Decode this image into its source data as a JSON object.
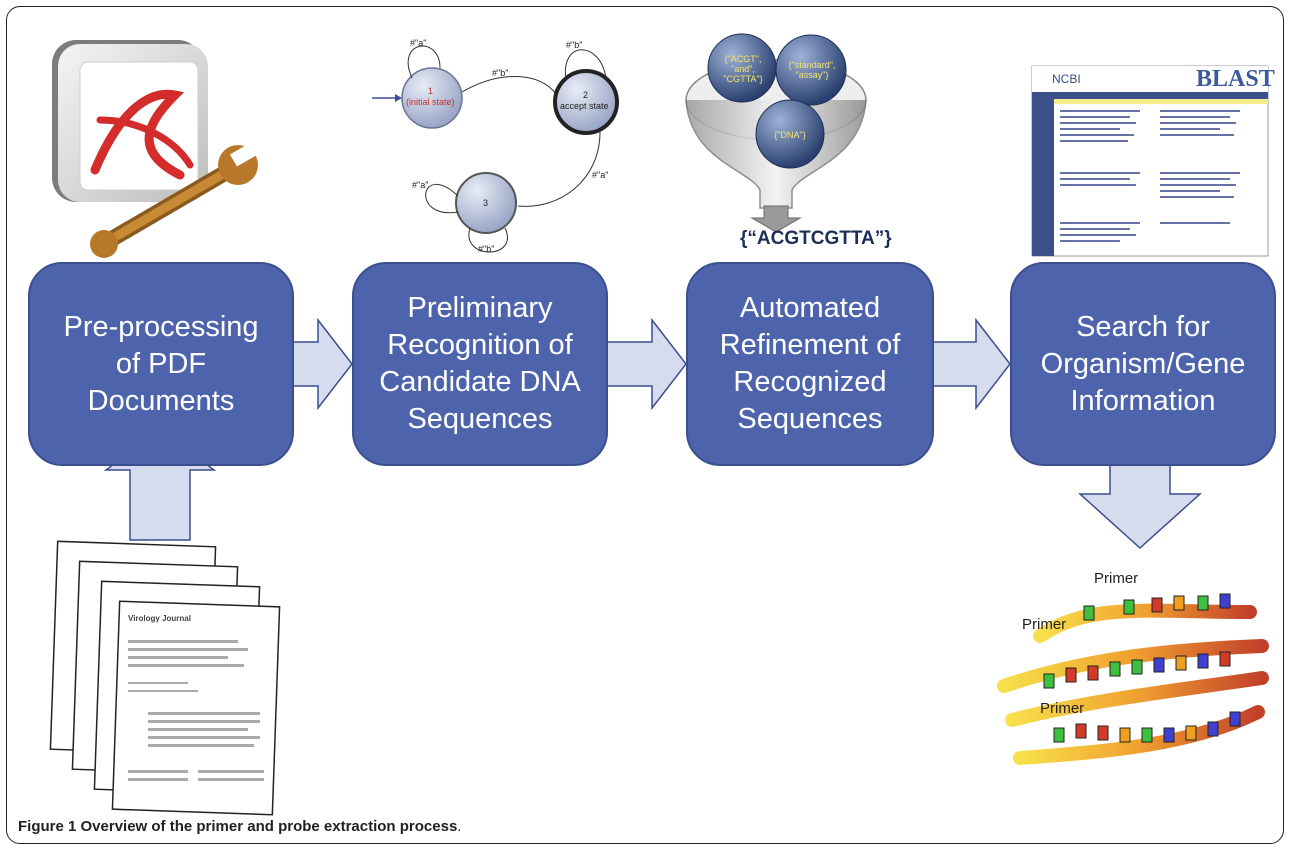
{
  "steps": [
    {
      "label": "Pre-processing\nof PDF\nDocuments"
    },
    {
      "label": "Preliminary\nRecognition of\nCandidate DNA\nSequences"
    },
    {
      "label": "Automated\nRefinement of\nRecognized\nSequences"
    },
    {
      "label": "Search for\nOrganism/Gene\nInformation"
    }
  ],
  "automaton": {
    "state1": "1",
    "state1_sub": "(initial state)",
    "state2": "2",
    "state2_sub": "accept state",
    "state3": "3",
    "loop_a": "#\"a\"",
    "loop_b": "#\"b\"",
    "edge_b": "#\"b\"",
    "edge_a": "#\"a\"",
    "loop3_a": "#\"a\"",
    "loop3_b": "#\"b\""
  },
  "funnel": {
    "ball1": "{\"ACGT\",\n\"and\",\n\"CGTTA\"}",
    "ball2": "{\"standard\",\n\"assay\"}",
    "ball3": "{\"DNA\"}",
    "result": "{“ACGTCGTTA”}"
  },
  "blast": {
    "logo": "NCBI",
    "title": "BLAST"
  },
  "primers": {
    "label1": "Primer",
    "label2": "Primer",
    "label3": "Primer"
  },
  "documents": {
    "journal": "Virology Journal"
  },
  "caption": {
    "bold": "Figure 1 Overview of the primer and probe extraction process",
    "rest": "."
  },
  "colors": {
    "box": "#4d64ad",
    "arrow": "#d6dcee",
    "pdf_red": "#d42b2b"
  }
}
